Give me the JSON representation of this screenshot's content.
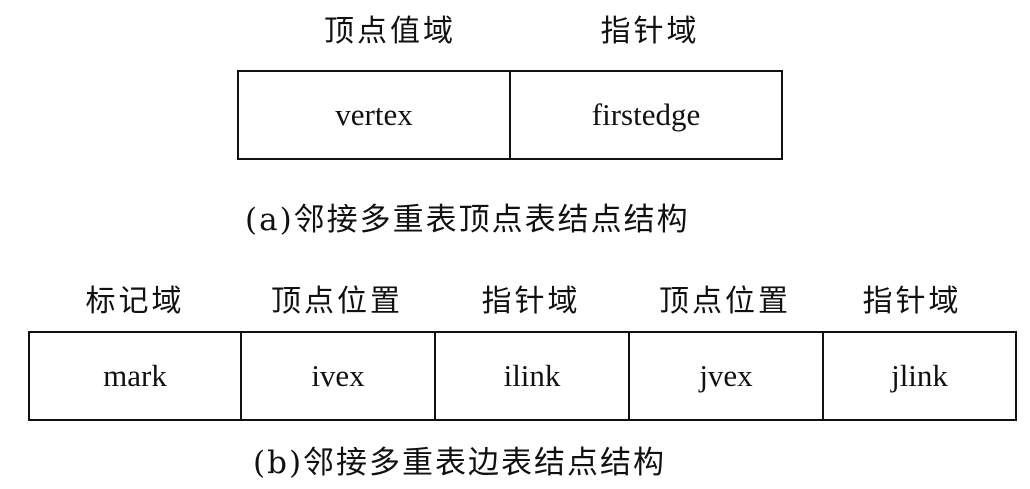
{
  "vertex_node": {
    "headers": [
      "顶点值域",
      "指针域"
    ],
    "cells": [
      "vertex",
      "firstedge"
    ],
    "caption": "(a)邻接多重表顶点表结点结构"
  },
  "edge_node": {
    "headers": [
      "标记域",
      "顶点位置",
      "指针域",
      "顶点位置",
      "指针域"
    ],
    "cells": [
      "mark",
      "ivex",
      "ilink",
      "jvex",
      "jlink"
    ],
    "caption": "(b)邻接多重表边表结点结构"
  }
}
